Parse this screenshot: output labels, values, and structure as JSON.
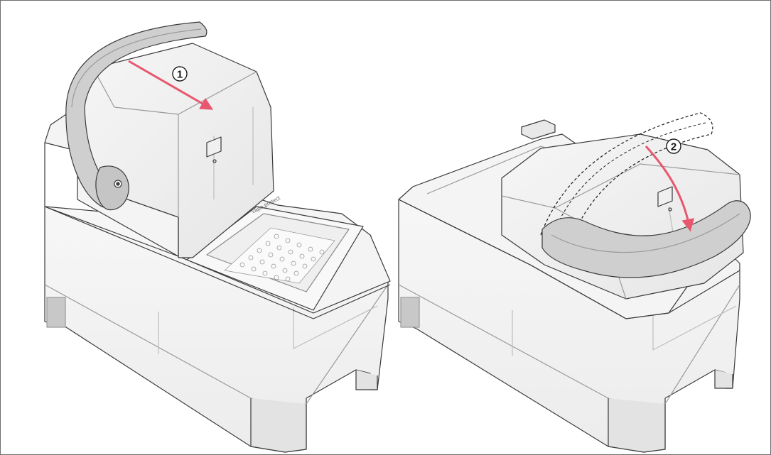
{
  "diagram": {
    "steps": [
      {
        "number": "1"
      },
      {
        "number": "2"
      }
    ],
    "brand_label": "vapo.protect",
    "colors": {
      "arrow": "#e8576e",
      "outline": "#3a3a3a",
      "lid": "#f2f2f2",
      "body": "#f7f7f7",
      "shade": "#e4e4e4",
      "handle": "#c9c9c9",
      "dark_panel": "#c8c8c8"
    }
  }
}
